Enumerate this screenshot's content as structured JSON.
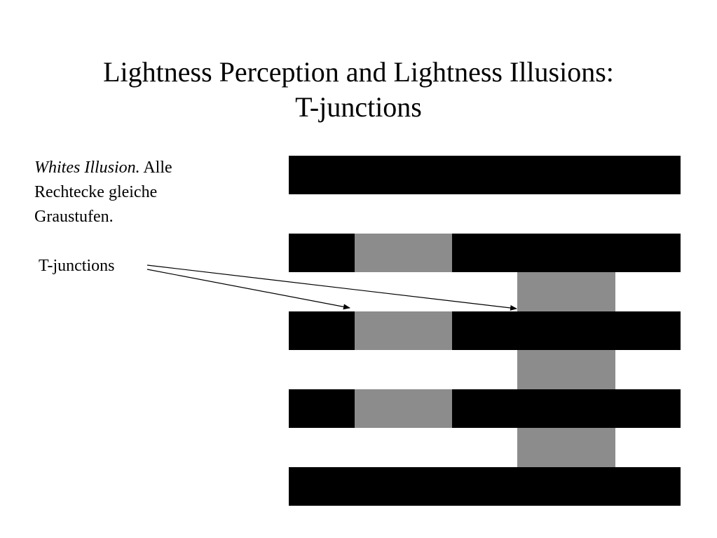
{
  "slide": {
    "title_line1": "Lightness Perception and Lightness Illusions:",
    "title_line2": "T-junctions",
    "caption_italic": "Whites Illusion.",
    "caption_text": " Alle Rechtecke gleiche Graustufen.",
    "arrow_label": "T-junctions"
  },
  "colors": {
    "black_bar": "#000000",
    "gray_patch": "#8c8c8c",
    "background": "#ffffff"
  },
  "diagram": {
    "bar_count": 5,
    "gray_patches_on_black": 3,
    "gray_patches_on_white": 3,
    "arrow_count": 2
  }
}
